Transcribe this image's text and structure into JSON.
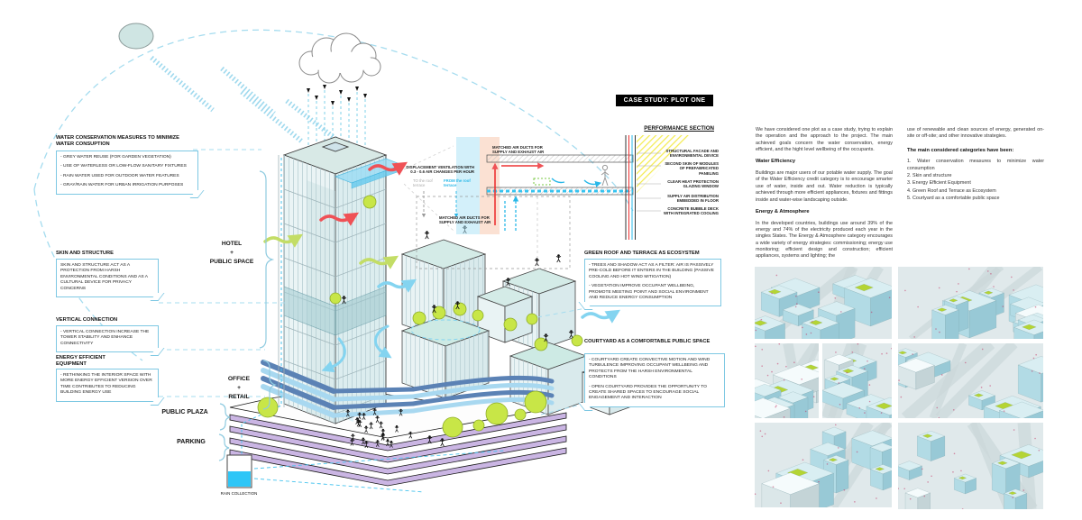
{
  "header": {
    "case_study_label": "CASE STUDY: PLOT ONE",
    "performance_section_label": "PERFORMANCE SECTION"
  },
  "callouts": {
    "water": {
      "title": "WATER CONSERVATION MEASURES TO MINIMIZE WATER CONSUPTION",
      "items": [
        "-   GREY WATER REUSE (FOR GARDEN VEGETATION)",
        "-   USE OF WATERLESS OR LOW-FLOW SANITARY FIXTURES",
        "-   RAIN WATER USED FOR OUTDOOR WATER FEATURES",
        "-   GRAY/RAIN WATER FOR URBAN IRRIGATION PURPOSES"
      ]
    },
    "skin": {
      "title": "SKIN AND STRUCTURE",
      "body": "SKIN AND STRUCTURE ACT AS A PROTECTION FROM HARSH ENVIRONMENTAL CONDITIONS AND AS A CULTURAL DEVICE FOR PRIVACY CONCERNS"
    },
    "vertical": {
      "title": "VERTICAL CONNECTION",
      "body": "-  VERTICAL CONNECTION INCREASE THE TOWER STABILITY AND ENHANCE CONNECTIVITY"
    },
    "energy": {
      "title": "ENERGY EFFICIENT EQUIPMENT",
      "body": "-  RETHINKING THE INTERIOR SPACE WITH MORE ENERGY EFFICIENT VERSION OVER TIME CONTRIBUTES TO REDUCING BUILDING ENERGY USE"
    },
    "green_roof": {
      "title": "GREEN ROOF AND TERRACE AS ECOSYSTEM",
      "items": [
        "- TREES AND SHADOW ACT AS A FILTER: AIR IS PASSIVELY PRE-COLD BEFORE IT ENTERS IN THE BUILDING (PASSIVE COOLING AND HOT WIND MITIGATION)",
        "- VEGETATION IMPROVE OCCUPANT WELLBEING, PROMOTE MEETING POINT AND SOCIAL ENVIRONMENT AND REDUCE ENERGY CONSUMPTION"
      ]
    },
    "courtyard": {
      "title": "COURTYARD AS A COMFORTABLE PUBLIC SPACE",
      "items": [
        "-  COURTYARD CREATE CONVECTIVE MOTION AND WIND TURBULENCE IMPROVING OCCUPANT WELLBEING AND PROTECTS FROM THE HARSH ENVIRONMENTAL CONDITIONS",
        "-  OPEN COURTYARD PROVIDES THE OPPORTUNITY TO CREATE SHARED SPACES TO ENCOURAGE SOCIAL ENGAGEMENT AND INTERACTION"
      ]
    }
  },
  "building_labels": {
    "hotel_stack": "HOTEL\n+\nPUBLIC SPACE",
    "office_stack": "OFFICE\n+\nRETAIL",
    "public_plaza": "PUBLIC PLAZA",
    "parking": "PARKING",
    "rain_collection": "RAIN COLLECTION"
  },
  "performance_labels": {
    "matched_air_top": "MATCHED AIR DUCTS FOR SUPPLY AND EXHAUST AIR",
    "displacement": "DISPLACEMENT VENTILATION WITH 0.3 - 0.6 AIR CHANGES PER HOUR",
    "to_roof": "TO the roof terrace",
    "from_roof": "FROM the roof terrace",
    "matched_air_bottom": "MATCHED AIR DUCTS FOR SUPPLY AND EXHAUST AIR",
    "right": [
      "STRUCTURAL FACADE AND ENVIRONMENTAL DEVICE",
      "SECOND SKIN OF MODULES OF PREFABRICATED PANELING",
      "CLEAR HEAT PROTECTION GLAZING WINDOW",
      "SUPPLY AIR DISTRIBUTION EMBEDDED IN FLOOR",
      "CONCRETE BUBBLE DECK WITH INTEGRATED COOLING"
    ]
  },
  "right_panel": {
    "intro": "We have considered one plot as a case study, trying to explain the operation and the approach to the project. The main achieved goals concern the water conservation, energy efficient, and the hight level wellbeing of the occupants.",
    "water_efficiency_heading": "Water Efficiency",
    "water_efficiency_body": "Buildings are major users of our potable water supply. The goal of the Water Efficiency credit category is to encourage smarter use of water, inside and out. Water reduction is typically achieved through more efficient appliances, fixtures and fittings inside and water-wise landscaping outside.",
    "energy_heading": "Energy & Atmosphere",
    "energy_body": "In the developed countries, buildings use around 39% of the energy and 74% of the electricity produced each year in the singles States. The Energy & Atmosphere category encourages a wide variety of energy strategies: commissioning; energy use monitoring; efficient design and construction; efficient appliances, systems and lighting; the",
    "continuation": "use of renewable and clean sources of energy, generated on-site or off-site; and other innovative strategies.",
    "categories_heading": "The main considered categories have been:",
    "categories": [
      "1.  Water conservation measures to minimize water consumption",
      "2. Skin and structure",
      "3. Energy Efficient Equipment",
      "4. Green Roof and Terrace as Ecosystem",
      "5. Courtyard as a comfortable public space"
    ]
  },
  "colors": {
    "callout_border": "#7ec8e3",
    "dashed_line": "#a5dcef",
    "red_arrow": "#ef5156",
    "green_tree": "#c8e647",
    "cyan_arrow": "#84d4f0",
    "parking_purple": "#cab5e3",
    "deck_blue": "#5b82b5",
    "deck_cyan": "#a8d8f0",
    "header_bg": "#000000"
  }
}
